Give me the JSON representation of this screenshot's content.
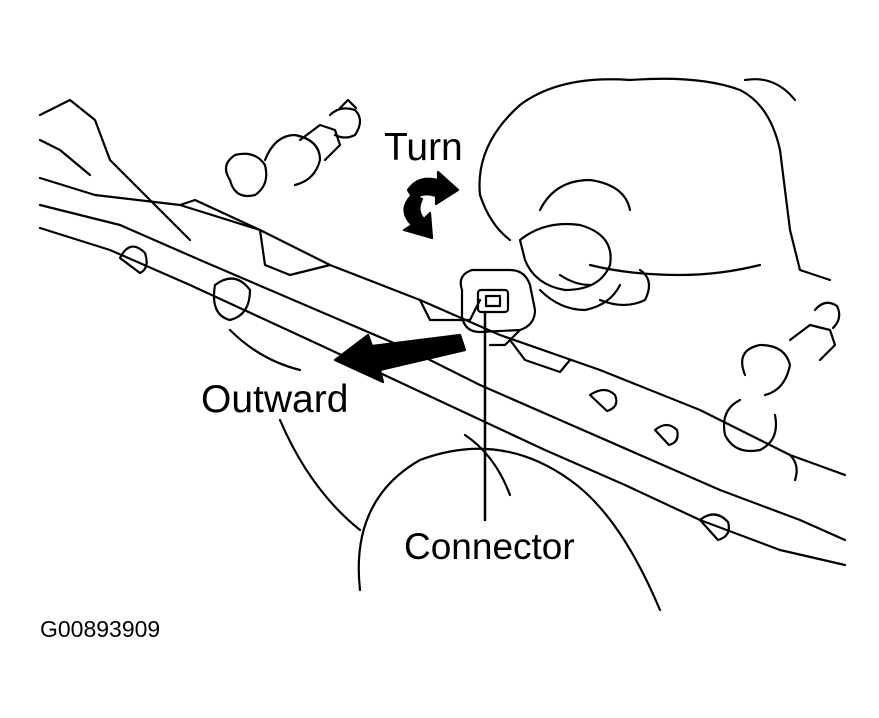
{
  "diagram": {
    "labels": {
      "turn": "Turn",
      "outward": "Outward",
      "connector": "Connector"
    },
    "figure_id": "G00893909",
    "colors": {
      "line": "#000000",
      "background": "#ffffff"
    }
  }
}
